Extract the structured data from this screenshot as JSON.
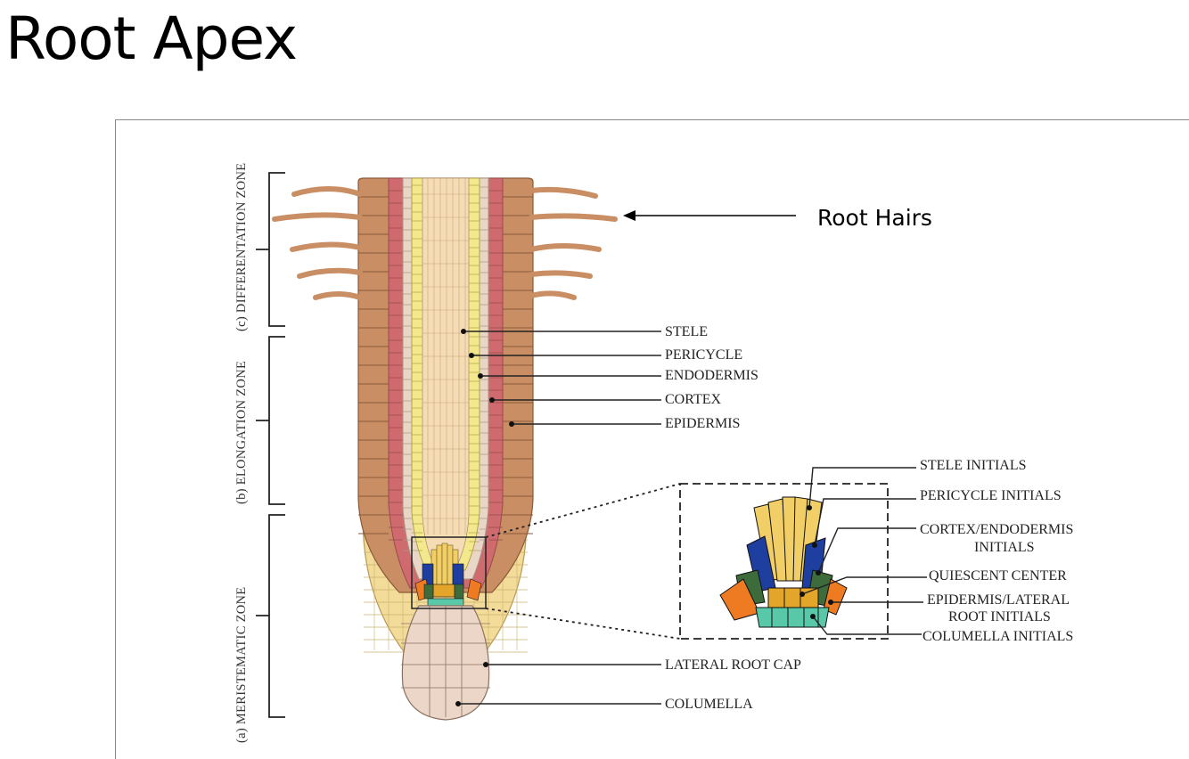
{
  "page": {
    "title": "Root Apex"
  },
  "zones": [
    {
      "id": "differentiation",
      "label": "(c) DIFFERENTATION ZONE"
    },
    {
      "id": "elongation",
      "label": "(b) ELONGATION ZONE"
    },
    {
      "id": "meristematic",
      "label": "(a) MERISTEMATIC ZONE"
    }
  ],
  "labels": {
    "root_hairs": "Root Hairs",
    "stele": "STELE",
    "pericycle": "PERICYCLE",
    "endodermis": "ENDODERMIS",
    "cortex": "CORTEX",
    "epidermis": "EPIDERMIS",
    "lateral_root_cap": "LATERAL ROOT CAP",
    "columella": "COLUMELLA",
    "stele_initials": "STELE INITIALS",
    "pericycle_initials": "PERICYCLE INITIALS",
    "cortex_endodermis_initials_1": "CORTEX/ENDODERMIS",
    "cortex_endodermis_initials_2": "INITIALS",
    "quiescent_center": "QUIESCENT CENTER",
    "epidermis_lateral_1": "EPIDERMIS/LATERAL",
    "epidermis_lateral_2": "ROOT INITIALS",
    "columella_initials": "COLUMELLA INITIALS"
  },
  "colors": {
    "epidermis": "#c98e63",
    "cortex": "#cf6b6f",
    "endodermis": "#e9d6c6",
    "pericycle": "#f3e88c",
    "stele": "#f5dcb4",
    "root_cap": "#f3dc9a",
    "columella": "#ecd6c8",
    "stele_initials": "#f2cf66",
    "pericycle_initials": "#1f3fa0",
    "quiescent_center": "#e3a52a",
    "epidermis_initials": "#ee7a22",
    "cortex_initials": "#3e6b3c",
    "columella_initials": "#58c8a8"
  }
}
